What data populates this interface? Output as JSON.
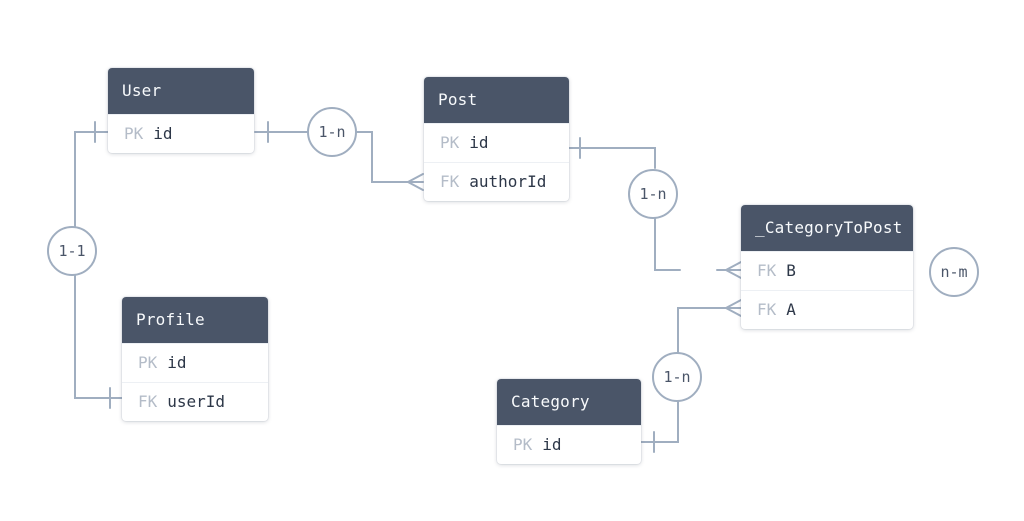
{
  "entities": {
    "user": {
      "name": "User",
      "rows": [
        {
          "key": "PK",
          "field": "id"
        }
      ]
    },
    "post": {
      "name": "Post",
      "rows": [
        {
          "key": "PK",
          "field": "id"
        },
        {
          "key": "FK",
          "field": "authorId"
        }
      ]
    },
    "profile": {
      "name": "Profile",
      "rows": [
        {
          "key": "PK",
          "field": "id"
        },
        {
          "key": "FK",
          "field": "userId"
        }
      ]
    },
    "category_to_post": {
      "name": "_CategoryToPost",
      "rows": [
        {
          "key": "FK",
          "field": "B"
        },
        {
          "key": "FK",
          "field": "A"
        }
      ]
    },
    "category": {
      "name": "Category",
      "rows": [
        {
          "key": "PK",
          "field": "id"
        }
      ]
    }
  },
  "relations": {
    "user_post": "1-n",
    "user_profile": "1-1",
    "post_categorytopost": "1-n",
    "category_categorytopost": "1-n",
    "category_post": "n-m"
  },
  "colors": {
    "header_bg": "#4a5568",
    "header_text": "#f8fafc",
    "line": "#a0aec0",
    "key_text": "#b4bcc8"
  }
}
